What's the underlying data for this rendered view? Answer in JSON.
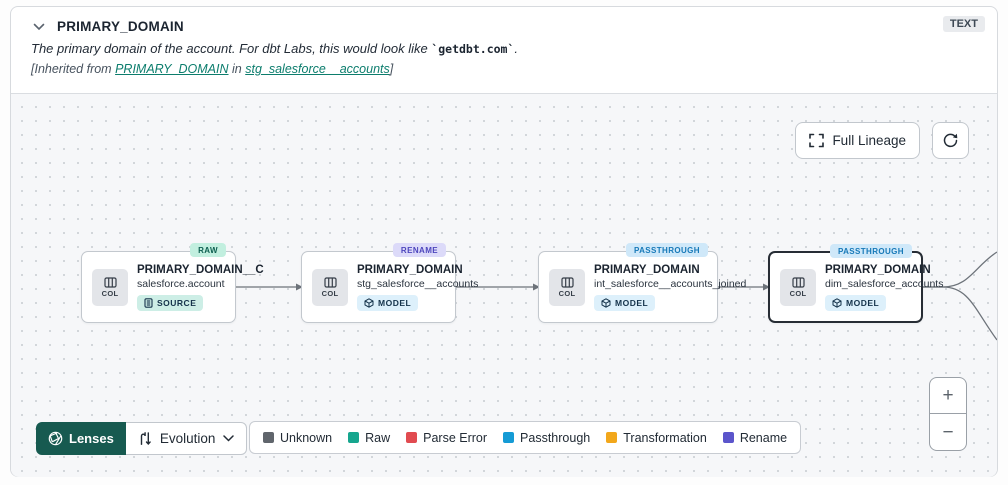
{
  "header": {
    "title": "PRIMARY_DOMAIN",
    "type_badge": "TEXT",
    "description": {
      "part1": "The primary domain of the account. For dbt Labs, this would look like ",
      "code": "`getdbt.com`",
      "part2": "."
    },
    "inherited": {
      "prefix": "[Inherited from ",
      "link_column": "PRIMARY_DOMAIN",
      "middle": " in ",
      "link_model": "stg_salesforce__accounts",
      "suffix": "]"
    }
  },
  "toolbar": {
    "full_lineage_label": "Full Lineage"
  },
  "nodes": [
    {
      "badge": "RAW",
      "col_label": "COL",
      "title": "PRIMARY_DOMAIN__C",
      "subtitle": "salesforce.account",
      "type": "SOURCE"
    },
    {
      "badge": "RENAME",
      "col_label": "COL",
      "title": "PRIMARY_DOMAIN",
      "subtitle": "stg_salesforce__accounts",
      "type": "MODEL"
    },
    {
      "badge": "PASSTHROUGH",
      "col_label": "COL",
      "title": "PRIMARY_DOMAIN",
      "subtitle": "int_salesforce__accounts_joined",
      "type": "MODEL"
    },
    {
      "badge": "PASSTHROUGH",
      "col_label": "COL",
      "title": "PRIMARY_DOMAIN",
      "subtitle": "dim_salesforce_accounts",
      "type": "MODEL",
      "selected": true
    }
  ],
  "lenses": {
    "button_label": "Lenses",
    "selected_lens": "Evolution"
  },
  "legend": [
    {
      "label": "Unknown",
      "color": "#60656c"
    },
    {
      "label": "Raw",
      "color": "#16a68e"
    },
    {
      "label": "Parse Error",
      "color": "#e14b50"
    },
    {
      "label": "Passthrough",
      "color": "#159bd5"
    },
    {
      "label": "Transformation",
      "color": "#f2a71b"
    },
    {
      "label": "Rename",
      "color": "#5b55cb"
    }
  ],
  "zoom": {
    "in": "+",
    "out": "−"
  },
  "colors": {
    "accent_teal": "#0c7d6d",
    "lenses_bg": "#175a50",
    "edge": "#6d737a"
  }
}
